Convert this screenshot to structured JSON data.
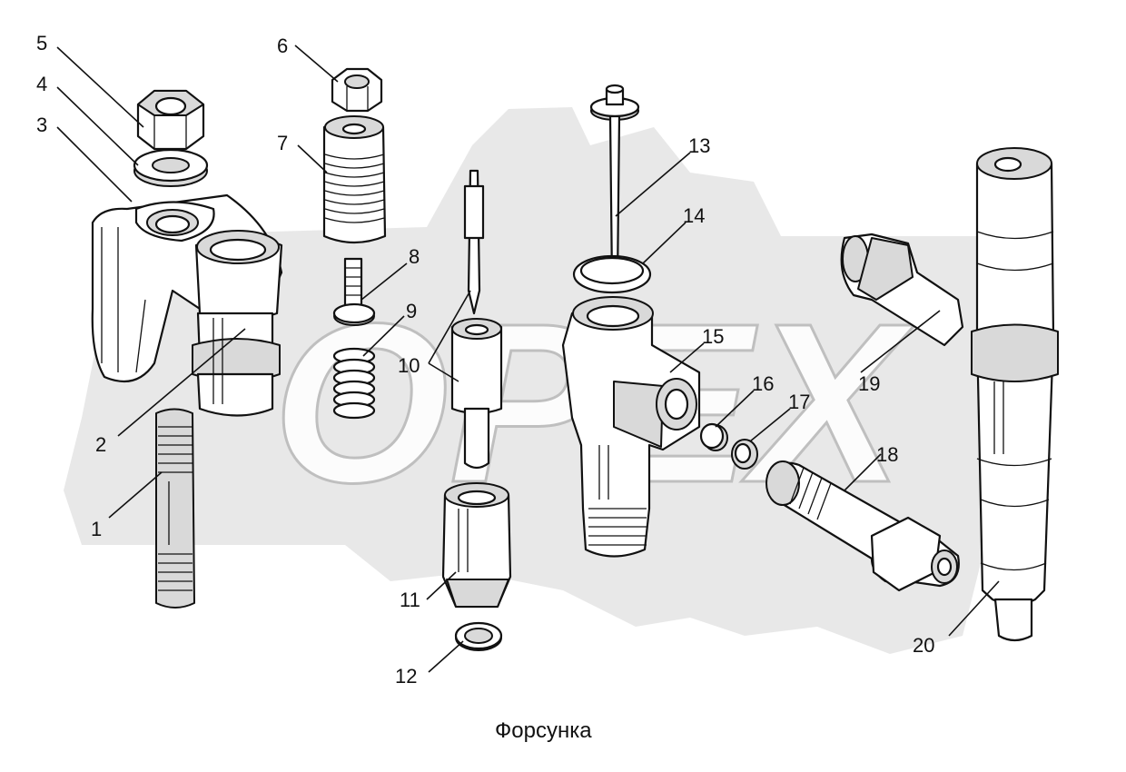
{
  "title": "Форсунка",
  "watermark": "OPEX",
  "colors": {
    "ink": "#111111",
    "watermark": "#d6d6d6",
    "background": "#ffffff"
  },
  "callouts": [
    "1",
    "2",
    "3",
    "4",
    "5",
    "6",
    "7",
    "8",
    "9",
    "10",
    "11",
    "12",
    "13",
    "14",
    "15",
    "16",
    "17",
    "18",
    "19",
    "20"
  ]
}
